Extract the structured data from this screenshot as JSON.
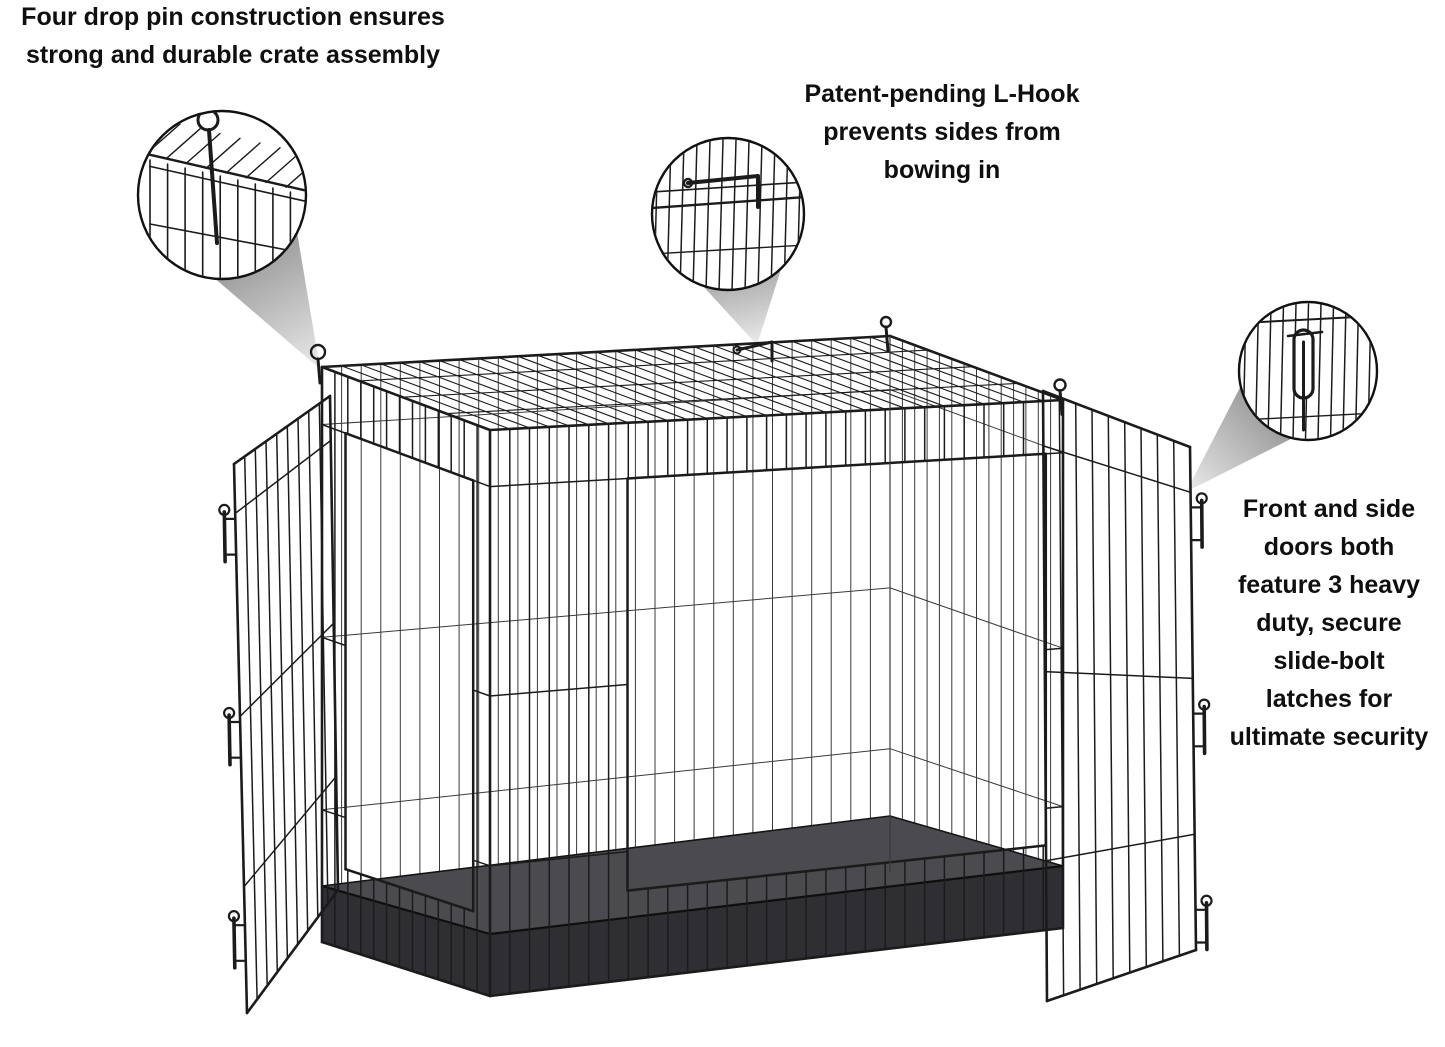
{
  "figure": {
    "background": "#ffffff",
    "wire_color": "#1b1b1b",
    "inner_wire_color": "#3a3a3a",
    "pan_top_color": "#4b4a4e",
    "pan_side_color": "#2f2e32",
    "callout_border_color": "#111111"
  },
  "annotations": {
    "drop_pin": {
      "text": "Four drop pin construction ensures\nstrong and durable crate assembly"
    },
    "l_hook": {
      "text": "Patent-pending L-Hook\nprevents sides from\nbowing in"
    },
    "latches": {
      "text": "Front and side\ndoors both\nfeature 3 heavy\nduty, secure\nslide-bolt\nlatches for\nultimate security"
    }
  },
  "graphics": {
    "illustration": "double-door-wire-dog-crate-with-pan",
    "callout_1": "drop-pin-detail-magnifier",
    "callout_2": "l-hook-detail-magnifier",
    "callout_3": "slide-bolt-latch-detail-magnifier"
  }
}
